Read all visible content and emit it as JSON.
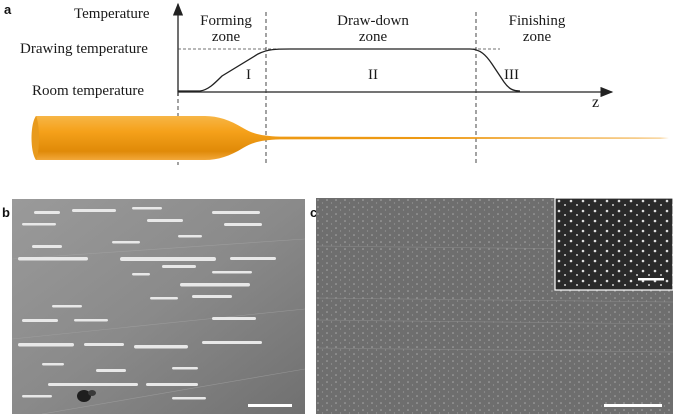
{
  "panel_a": {
    "letter": "a",
    "y_axis_label": "Temperature",
    "drawing_temperature_label": "Drawing temperature",
    "room_temperature_label": "Room temperature",
    "x_axis_label": "z",
    "zones": [
      {
        "line1": "Forming",
        "line2": "zone",
        "roman": "I"
      },
      {
        "line1": "Draw-down",
        "line2": "zone",
        "roman": "II"
      },
      {
        "line1": "Finishing",
        "line2": "zone",
        "roman": "III"
      }
    ],
    "fiber_color": "#f5a11a"
  },
  "panel_b": {
    "letter": "b"
  },
  "panel_c": {
    "letter": "c"
  }
}
